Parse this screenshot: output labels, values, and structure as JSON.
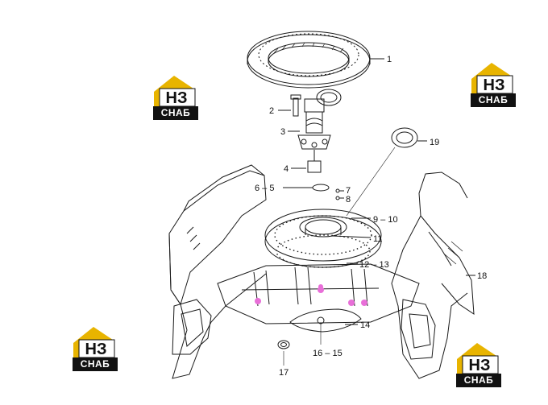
{
  "diagram": {
    "callouts": [
      {
        "id": "c1",
        "text": "1"
      },
      {
        "id": "c2",
        "text": "2"
      },
      {
        "id": "c3",
        "text": "3"
      },
      {
        "id": "c4",
        "text": "4"
      },
      {
        "id": "c5",
        "text": "6 – 5"
      },
      {
        "id": "c7",
        "text": "7"
      },
      {
        "id": "c8",
        "text": "8"
      },
      {
        "id": "c9",
        "text": "9 – 10"
      },
      {
        "id": "c11",
        "text": "11"
      },
      {
        "id": "c12",
        "text": "12 – 13"
      },
      {
        "id": "c14",
        "text": "14"
      },
      {
        "id": "c16",
        "text": "16 – 15"
      },
      {
        "id": "c17",
        "text": "17"
      },
      {
        "id": "c18",
        "text": "18"
      },
      {
        "id": "c19",
        "text": "19"
      }
    ]
  },
  "watermarks": [
    {
      "id": "wm-top-left",
      "letters": "НЗ",
      "word": "СНАБ"
    },
    {
      "id": "wm-top-right",
      "letters": "НЗ",
      "word": "СНАБ"
    },
    {
      "id": "wm-bottom-left",
      "letters": "НЗ",
      "word": "СНАБ"
    },
    {
      "id": "wm-bottom-right",
      "letters": "НЗ",
      "word": "СНАБ"
    }
  ],
  "colors": {
    "line": "#1a1a1a",
    "accent": "#e8b400",
    "highlight": "#e86fd8",
    "logo_dark": "#111111"
  }
}
